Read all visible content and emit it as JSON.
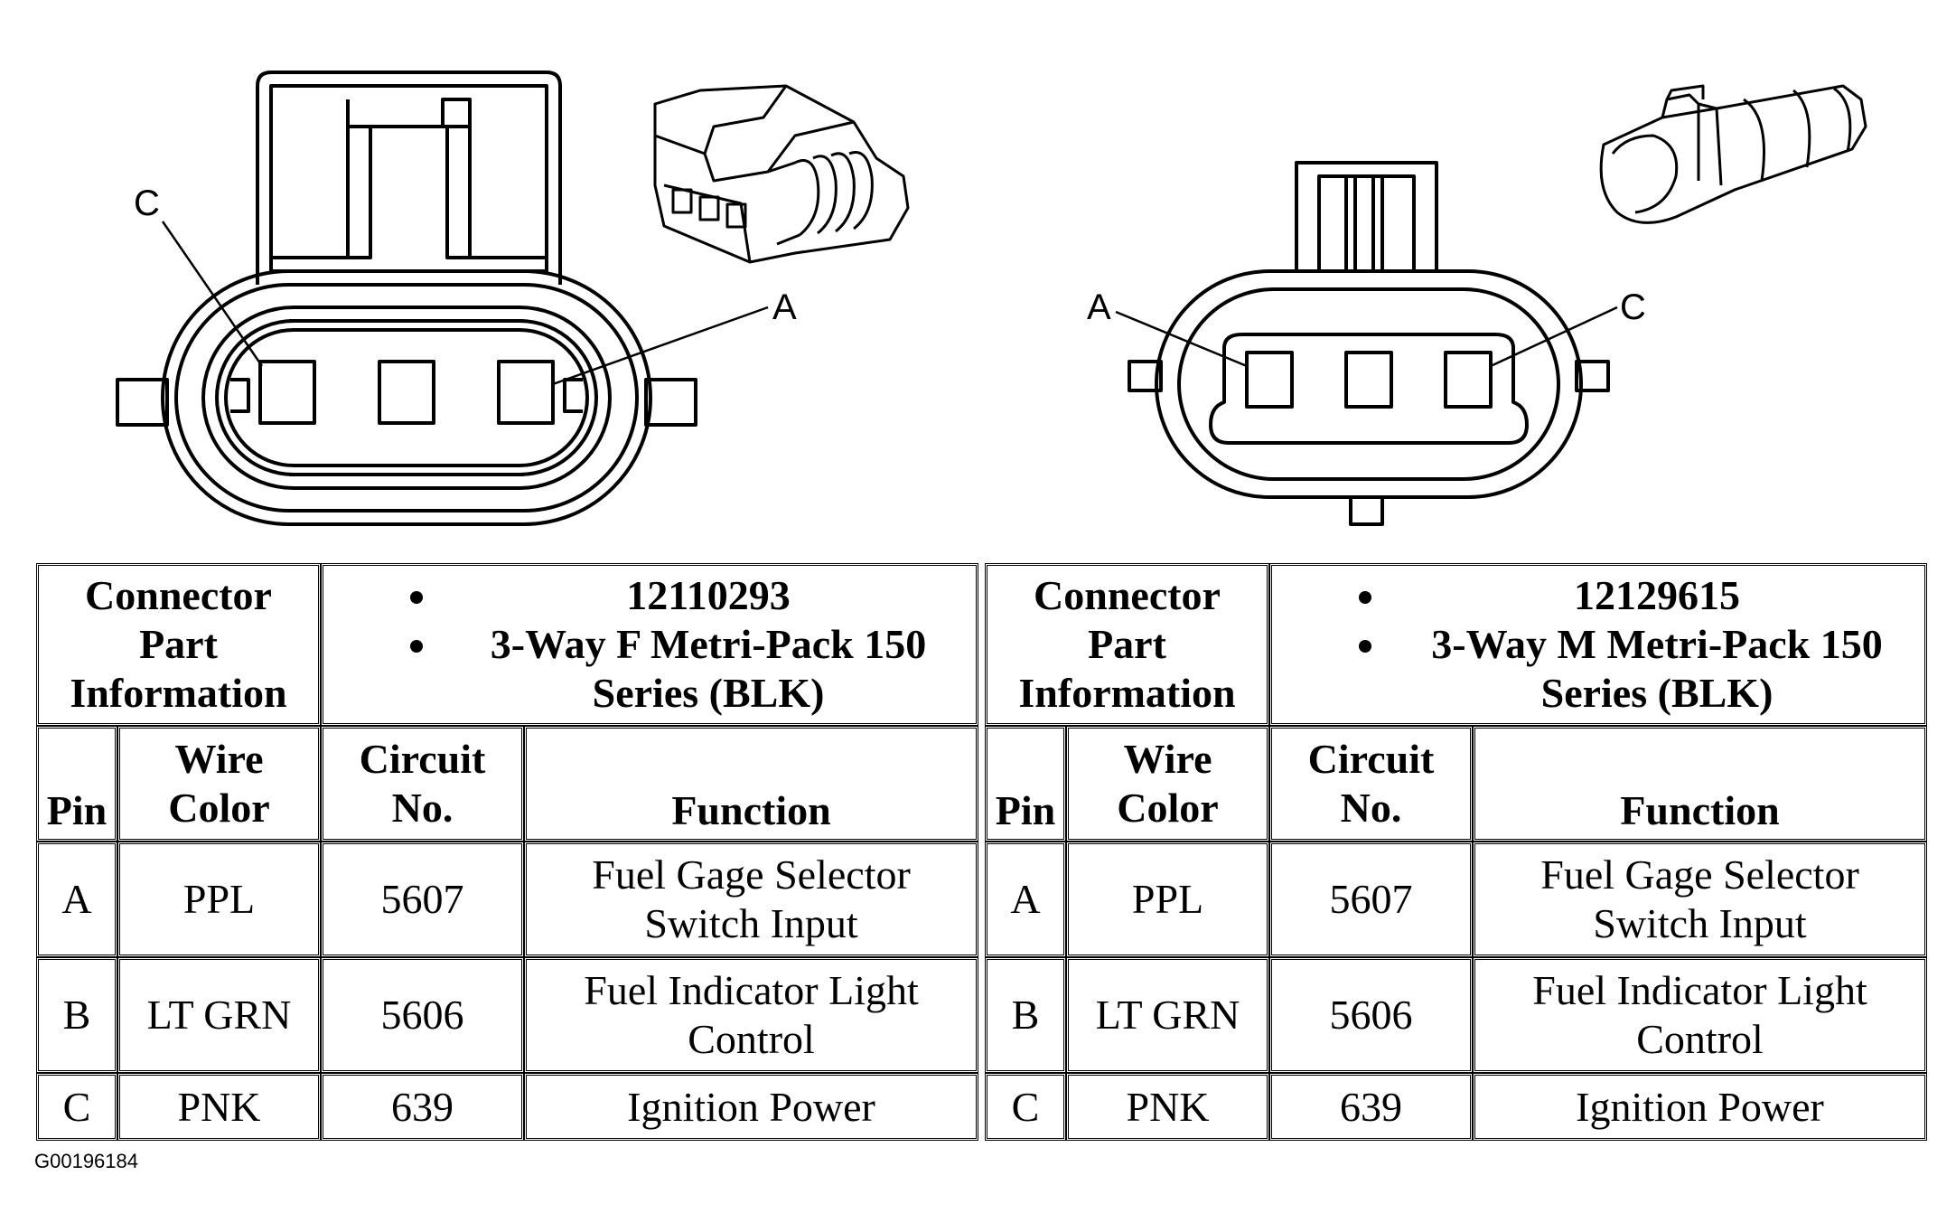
{
  "figure_id": "G00196184",
  "left_connector": {
    "pin_labels": {
      "c": "C",
      "a": "A"
    },
    "info_header": [
      "Connector",
      "Part",
      "Information"
    ],
    "part_number": "12110293",
    "description_line1": "3-Way F Metri-Pack 150",
    "description_line2": "Series (BLK)"
  },
  "right_connector": {
    "pin_labels": {
      "a": "A",
      "c": "C"
    },
    "info_header": [
      "Connector",
      "Part",
      "Information"
    ],
    "part_number": "12129615",
    "description_line1": "3-Way M Metri-Pack 150",
    "description_line2": "Series (BLK)"
  },
  "columns": {
    "pin": "Pin",
    "wire_color": [
      "Wire",
      "Color"
    ],
    "circuit": [
      "Circuit",
      "No."
    ],
    "function": "Function"
  },
  "rows": [
    {
      "pin": "A",
      "wire": "PPL",
      "circuit": "5607",
      "function": [
        "Fuel Gage Selector",
        "Switch Input"
      ]
    },
    {
      "pin": "B",
      "wire": "LT GRN",
      "circuit": "5606",
      "function": [
        "Fuel Indicator Light",
        "Control"
      ]
    },
    {
      "pin": "C",
      "wire": "PNK",
      "circuit": "639",
      "function": [
        "Ignition Power"
      ]
    }
  ]
}
